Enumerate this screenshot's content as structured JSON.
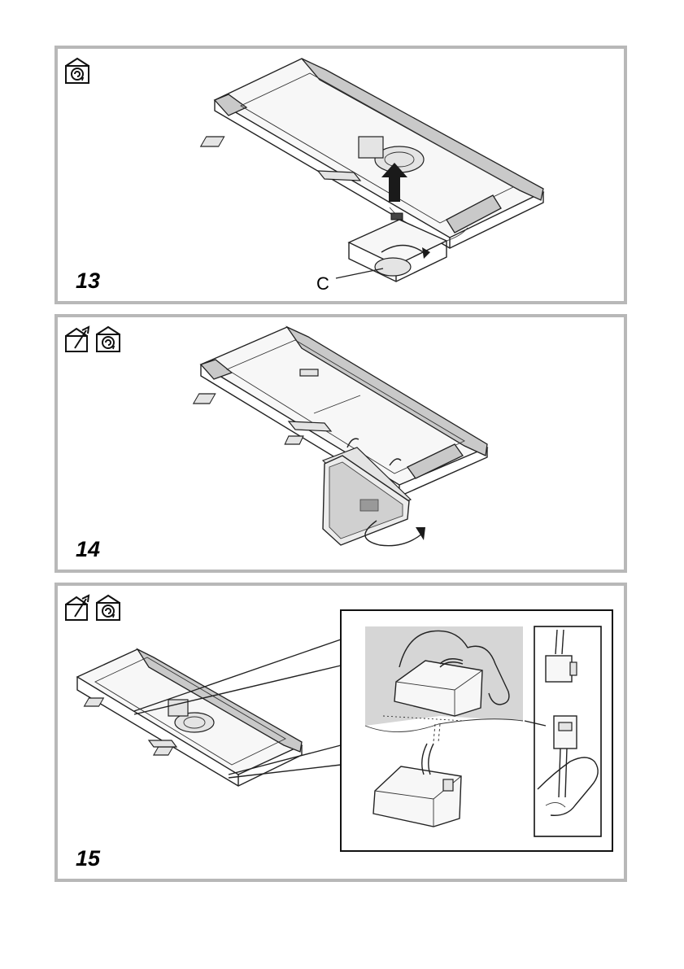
{
  "panels": [
    {
      "step": "13",
      "icons": [
        "recirculation-icon"
      ],
      "callout": "C"
    },
    {
      "step": "14",
      "icons": [
        "extraction-icon",
        "recirculation-icon"
      ]
    },
    {
      "step": "15",
      "icons": [
        "extraction-icon",
        "recirculation-icon"
      ]
    }
  ]
}
